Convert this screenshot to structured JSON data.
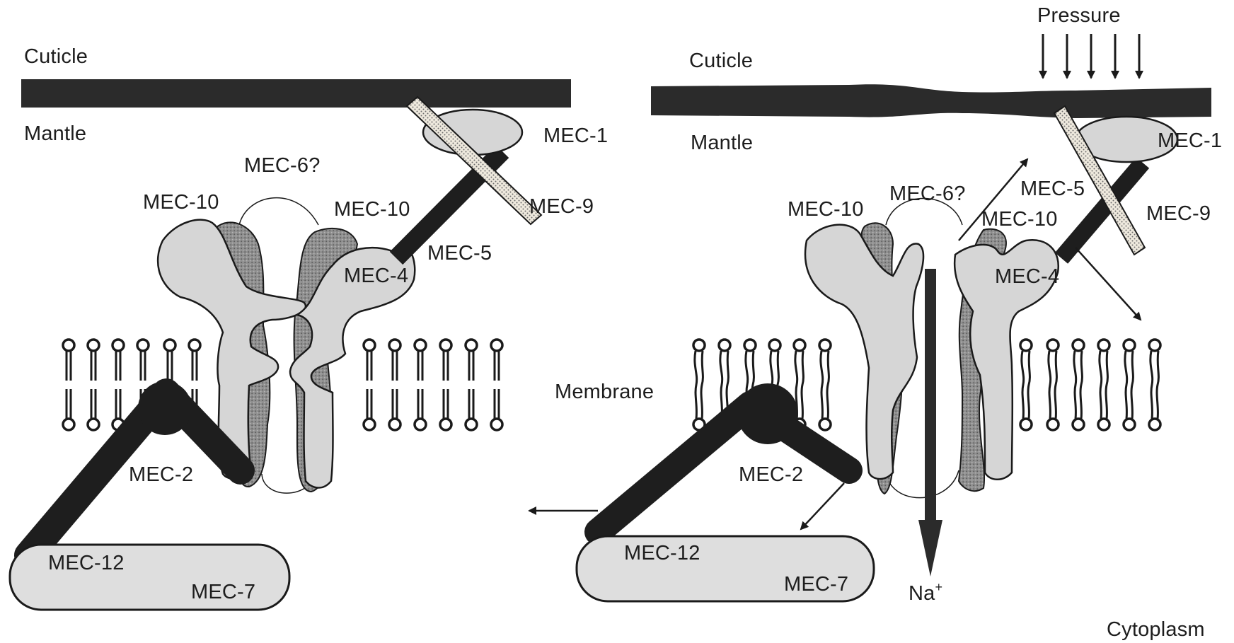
{
  "labels": {
    "cuticle": "Cuticle",
    "mantle": "Mantle",
    "membrane": "Membrane",
    "cytoplasm": "Cytoplasm",
    "pressure": "Pressure",
    "sodium": "Na",
    "sodium_charge": "+",
    "mec1": "MEC-1",
    "mec2": "MEC-2",
    "mec4": "MEC-4",
    "mec5": "MEC-5",
    "mec6": "MEC-6?",
    "mec7": "MEC-7",
    "mec9": "MEC-9",
    "mec10": "MEC-10",
    "mec12": "MEC-12"
  },
  "colors": {
    "dark_bar": "#2b2b2b",
    "protein_light": "#d6d6d6",
    "protein_stipple": "#8a8a8a",
    "linker_hatch": "#e6e0d0",
    "outline": "#1a1a1a"
  }
}
